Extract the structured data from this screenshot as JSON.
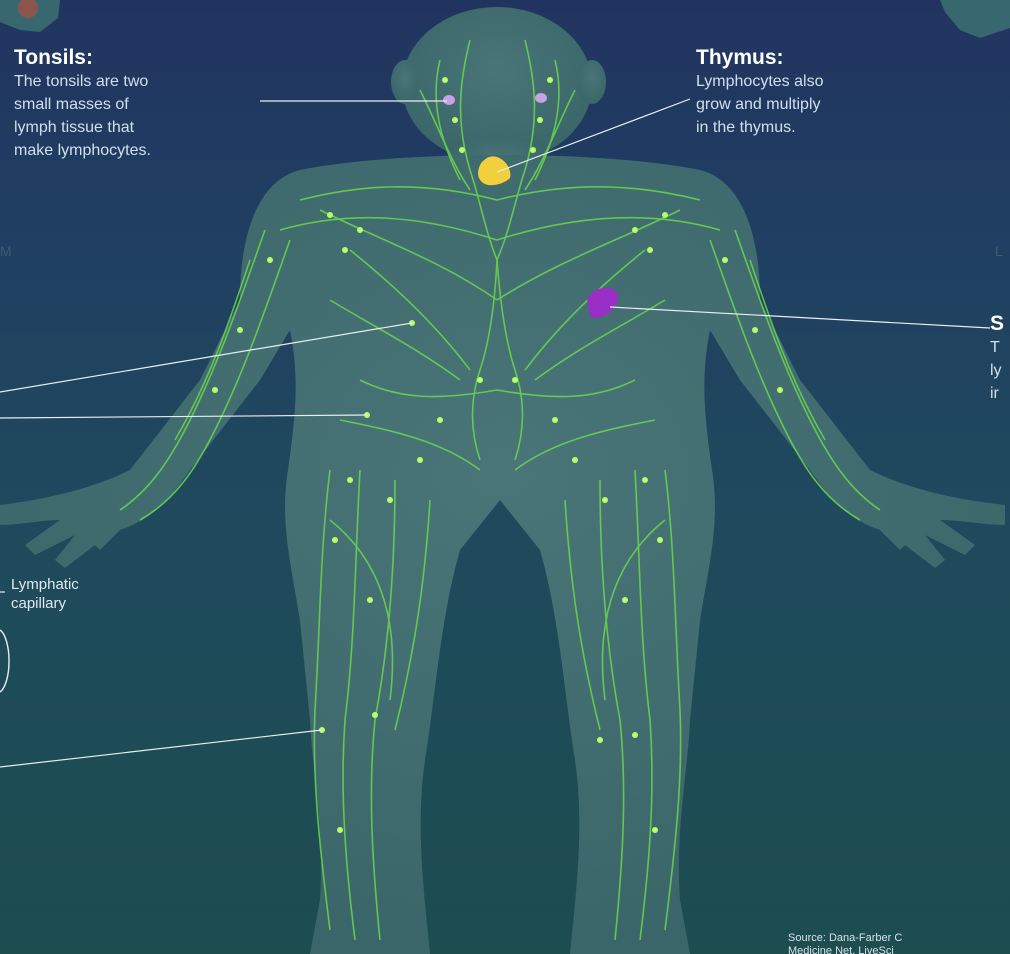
{
  "labels": {
    "tonsils": {
      "title": "Tonsils:",
      "body": "The tonsils are two\nsmall masses of\nlymph tissue that\nmake lymphocytes."
    },
    "thymus": {
      "title": "Thymus:",
      "body": "Lymphocytes also\ngrow and multiply\nin the thymus."
    },
    "spleen_partial": {
      "title": "S",
      "body": "T\nly\nir"
    },
    "lymphatic_capillary": "Lymphatic\ncapillary",
    "left_edge_glyph": "M",
    "right_edge_glyph": "L"
  },
  "source": "Source: Dana-Farber C\nMedicine Net, LiveSci",
  "colors": {
    "background_top": "#21345f",
    "background_bottom": "#1d4d4f",
    "body_silhouette": "#3f6b70",
    "lymph_vessel": "#6bd64f",
    "lymph_node": "#b6ff6a",
    "thymus": "#f2cf3c",
    "spleen": "#9a2fc6",
    "tonsils": "#c6a3e6",
    "leader_line": "#e6eef2"
  }
}
